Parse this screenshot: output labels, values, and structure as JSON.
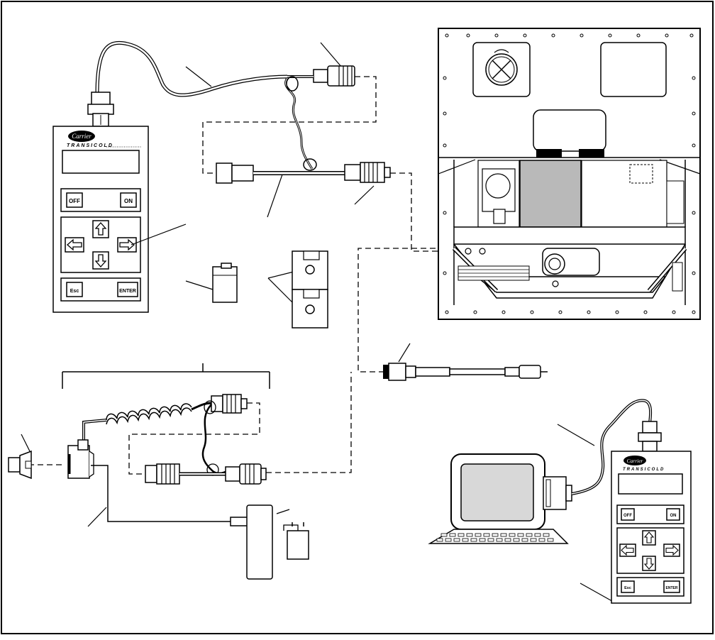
{
  "handheld_large": {
    "brand": "Carrier",
    "brand_sub": "TRANSICOLD",
    "keys": {
      "off": "OFF",
      "on": "ON",
      "esc": "Esc",
      "enter": "ENTER"
    }
  },
  "handheld_small": {
    "brand": "Carrier",
    "brand_sub": "TRANSICOLD",
    "keys": {
      "off": "OFF",
      "on": "ON",
      "esc": "Esc",
      "enter": "ENTER"
    }
  },
  "icons": [
    "arrow-up-icon",
    "arrow-down-icon",
    "arrow-left-icon",
    "arrow-right-icon",
    "fan-grille-icon",
    "diskette-icon",
    "battery-icon",
    "power-adapter-icon"
  ],
  "colors": {
    "line": "#000000",
    "paper": "#ffffff",
    "panel_fill": "#b9b9b9",
    "lcd_fill": "#d8d8d8"
  }
}
